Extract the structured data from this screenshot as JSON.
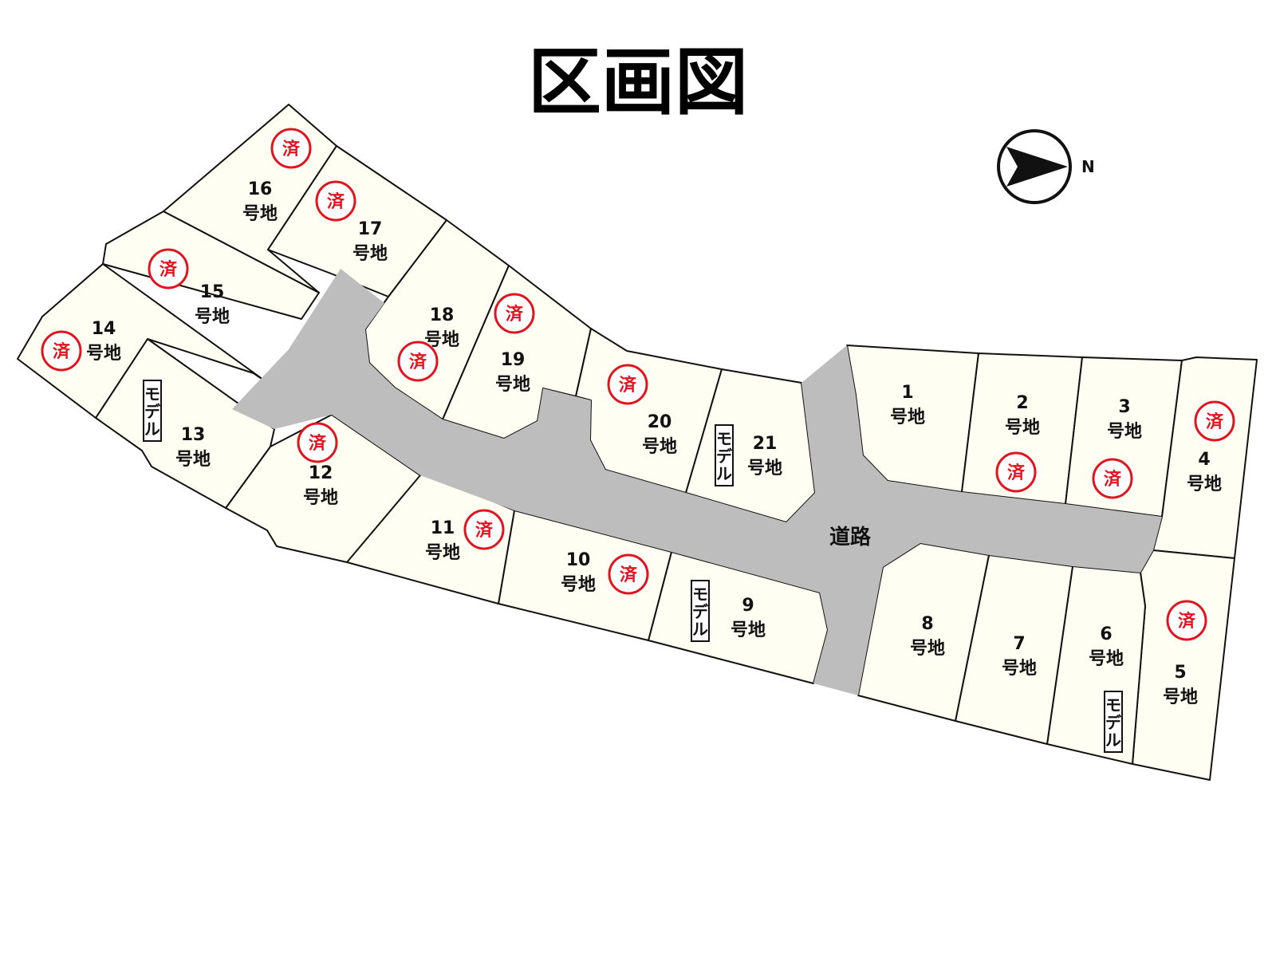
{
  "title": "区画図",
  "compass": {
    "label": "N",
    "icon": "north-arrow-icon"
  },
  "road_label": "道路",
  "lot_suffix": "号地",
  "sold_mark": "済",
  "model_mark": "モデル",
  "colors": {
    "lot": "#fefef2",
    "road": "#bdbdbd",
    "sold": "#e0141e",
    "outline": "#111111"
  },
  "lots": [
    {
      "number": "1",
      "sold": false,
      "model": false
    },
    {
      "number": "2",
      "sold": true,
      "model": false
    },
    {
      "number": "3",
      "sold": true,
      "model": false
    },
    {
      "number": "4",
      "sold": true,
      "model": false
    },
    {
      "number": "5",
      "sold": true,
      "model": false
    },
    {
      "number": "6",
      "sold": false,
      "model": true
    },
    {
      "number": "7",
      "sold": false,
      "model": false
    },
    {
      "number": "8",
      "sold": false,
      "model": false
    },
    {
      "number": "9",
      "sold": false,
      "model": true
    },
    {
      "number": "10",
      "sold": true,
      "model": false
    },
    {
      "number": "11",
      "sold": true,
      "model": false
    },
    {
      "number": "12",
      "sold": true,
      "model": false
    },
    {
      "number": "13",
      "sold": false,
      "model": true
    },
    {
      "number": "14",
      "sold": true,
      "model": false
    },
    {
      "number": "15",
      "sold": true,
      "model": false
    },
    {
      "number": "16",
      "sold": true,
      "model": false
    },
    {
      "number": "17",
      "sold": true,
      "model": false
    },
    {
      "number": "18",
      "sold": true,
      "model": false
    },
    {
      "number": "19",
      "sold": true,
      "model": false
    },
    {
      "number": "20",
      "sold": true,
      "model": false
    },
    {
      "number": "21",
      "sold": false,
      "model": true
    }
  ]
}
